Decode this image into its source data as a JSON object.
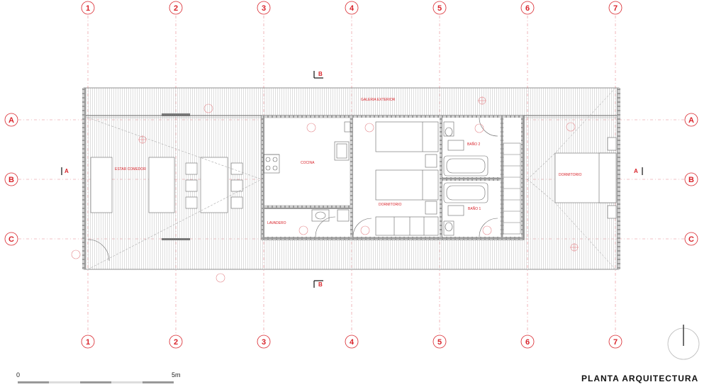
{
  "drawing_title": "PLANTA ARQUITECTURA",
  "scale_bar": {
    "start_label": "0",
    "end_label": "5m"
  },
  "grid": {
    "columns": [
      "1",
      "2",
      "3",
      "4",
      "5",
      "6",
      "7"
    ],
    "rows": [
      "A",
      "B",
      "C"
    ]
  },
  "sections": {
    "long": "B",
    "cross": "A"
  },
  "rooms": {
    "galeria": "GALERIA EXTERIOR",
    "estar": "ESTAR COMEDOR",
    "cocina": "COCINA",
    "lavadero": "LAVADERO",
    "dormitorio_central": "DORMITORIO",
    "bano2": "BAÑO 2",
    "bano1": "BAÑO 1",
    "dormitorio_este": "DORMITORIO"
  },
  "colors": {
    "annotation": "#d9232a",
    "lines": "#555555",
    "wall": "#888888"
  }
}
